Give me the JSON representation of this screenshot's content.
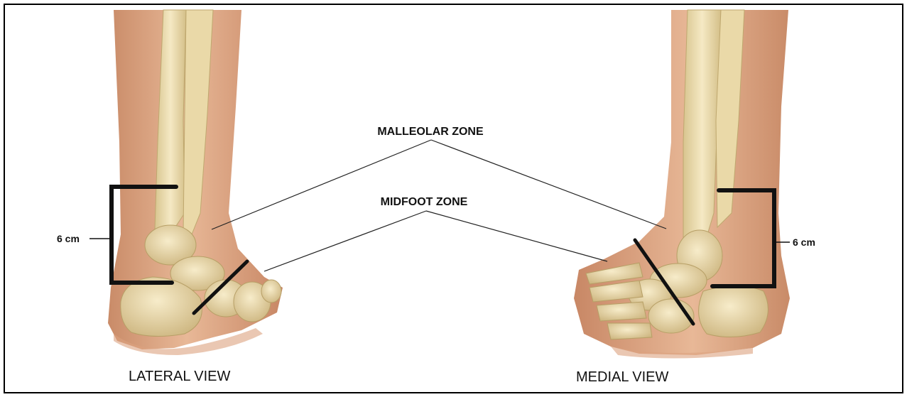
{
  "labels": {
    "malleolar_zone": "MALLEOLAR ZONE",
    "midfoot_zone": "MIDFOOT ZONE",
    "left_measure": "6 cm",
    "right_measure": "6 cm",
    "lateral_view": "LATERAL VIEW",
    "medial_view": "MEDIAL VIEW"
  },
  "colors": {
    "bone": "#efe0b6",
    "bone_shadow": "#cdb683",
    "skin_light": "#e6b693",
    "skin_dark": "#c98b68",
    "marker": "#111111",
    "frame": "#000000"
  }
}
